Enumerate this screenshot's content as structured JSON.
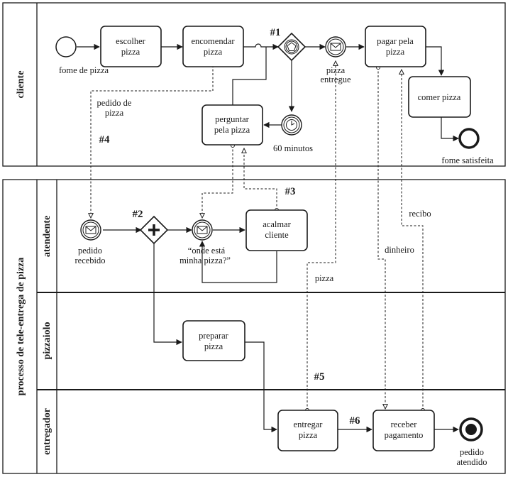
{
  "pools": {
    "cliente": "cliente",
    "processo": "processo de tele-entrega de pizza"
  },
  "lanes": {
    "atendente": "atendente",
    "pizzaiolo": "pizzaiolo",
    "entregador": "entregador"
  },
  "tasks": {
    "escolher": [
      "escolher",
      "pizza"
    ],
    "encomendar": [
      "encomendar",
      "pizza"
    ],
    "pagar": [
      "pagar pela",
      "pizza"
    ],
    "comer": [
      "comer pizza"
    ],
    "perguntar": [
      "perguntar",
      "pela pizza"
    ],
    "acalmar": [
      "acalmar",
      "cliente"
    ],
    "preparar": [
      "preparar",
      "pizza"
    ],
    "entregar": [
      "entregar",
      "pizza"
    ],
    "receber": [
      "receber",
      "pagamento"
    ]
  },
  "events": {
    "fome": [
      "fome de pizza"
    ],
    "entregue": [
      "pizza",
      "entregue"
    ],
    "minutos": [
      "60 minutos"
    ],
    "satisfeita": [
      "fome satisfeita"
    ],
    "recebido": [
      "pedido",
      "recebido"
    ],
    "onde": [
      "“onde está",
      "minha pizza?”"
    ],
    "atendido": [
      "pedido",
      "atendido"
    ]
  },
  "flows": {
    "pedido": [
      "pedido de",
      "pizza"
    ],
    "pizza": [
      "pizza"
    ],
    "dinheiro": [
      "dinheiro"
    ],
    "recibo": [
      "recibo"
    ]
  },
  "markers": {
    "m1": "#1",
    "m2": "#2",
    "m3": "#3",
    "m4": "#4",
    "m5": "#5",
    "m6": "#6"
  }
}
